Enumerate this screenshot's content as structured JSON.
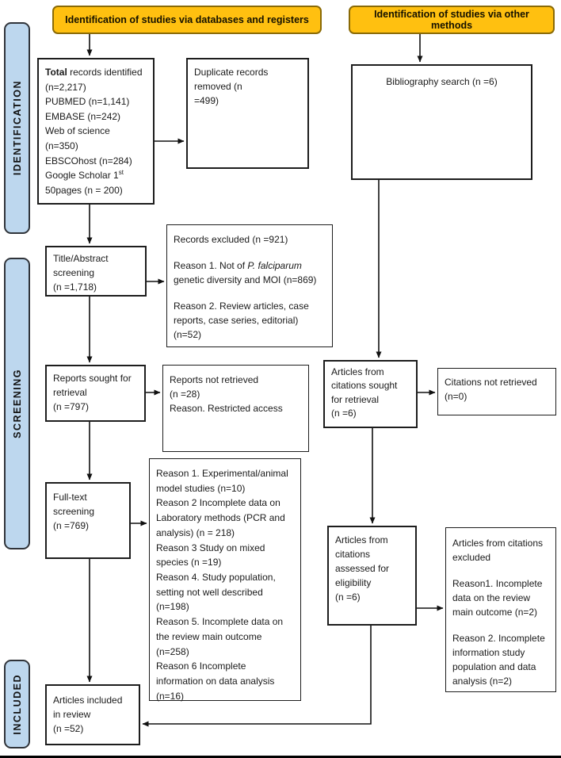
{
  "headers": {
    "databases": "Identification of studies via databases and registers",
    "other": "Identification of studies via other methods"
  },
  "sidebar": {
    "identification": "IDENTIFICATION",
    "screening": "SCREENING",
    "included": "INCLUDED"
  },
  "colors": {
    "header_fill": "#FFC010",
    "header_border": "#8a6a06",
    "sidebar_fill": "#BDD7EE",
    "box_border": "#1d1d1d"
  },
  "boxes": {
    "total_records": {
      "bold": "Total",
      "line1_rest": " records identified",
      "line2": "(n=2,217)",
      "line3": "PUBMED (n=1,141)",
      "line4": "EMBASE (n=242)",
      "line5": "Web of science",
      "line6": "(n=350)",
      "line7": "EBSCOhost (n=284)",
      "line8_pre": "Google Scholar 1",
      "line8_sup": "st",
      "line9": "50pages (n = 200)"
    },
    "duplicate_removed": {
      "line1": "Duplicate records removed (n",
      "line2": "=499)"
    },
    "bibliography": {
      "text": "Bibliography search (n =6)"
    },
    "title_abstract": {
      "line1": "Title/Abstract",
      "line2": "screening",
      "line3": "(n =1,718)"
    },
    "records_excluded": {
      "p1": "Records excluded (n =921)",
      "p2_pre": "Reason 1. Not of ",
      "p2_italic": "P. falciparum",
      "p2_post": " genetic diversity and MOI (n=869)",
      "p3": "Reason 2. Review articles, case reports, case series, editorial) (n=52)"
    },
    "reports_sought": {
      "line1": "Reports sought for",
      "line2": "retrieval",
      "line3": "(n =797)"
    },
    "reports_not_retrieved": {
      "line1": "Reports not retrieved",
      "line2": "(n =28)",
      "line3": "Reason. Restricted access"
    },
    "citations_sought": {
      "line1": "Articles from",
      "line2": "citations sought",
      "line3": "for retrieval",
      "line4": "(n =6)"
    },
    "citations_not_retrieved": {
      "line1": "Citations not retrieved",
      "line2": "(n=0)"
    },
    "fulltext": {
      "line1": "Full-text",
      "line2": "screening",
      "line3": "(n =769)"
    },
    "fulltext_reasons": {
      "r1": "Reason 1. Experimental/animal model studies (n=10)",
      "r2": "Reason 2 Incomplete data on Laboratory methods (PCR and analysis) (n = 218)",
      "r3": "Reason 3 Study on mixed species (n =19)",
      "r4": "Reason 4. Study population, setting not well described (n=198)",
      "r5": "Reason 5. Incomplete data on the review main outcome (n=258)",
      "r6": "Reason 6 Incomplete information on data analysis (n=16)"
    },
    "citations_assessed": {
      "line1": "Articles from",
      "line2": "citations",
      "line3": "assessed for",
      "line4": "eligibility",
      "line5": "(n =6)"
    },
    "citations_excluded": {
      "p1": "Articles from citations excluded",
      "p2": "Reason1. Incomplete data on the review main outcome (n=2)",
      "p3": "Reason 2. Incomplete information study population and data analysis (n=2)"
    },
    "included_box": {
      "line1": "Articles included",
      "line2": "in review",
      "line3": "(n =52)"
    }
  }
}
